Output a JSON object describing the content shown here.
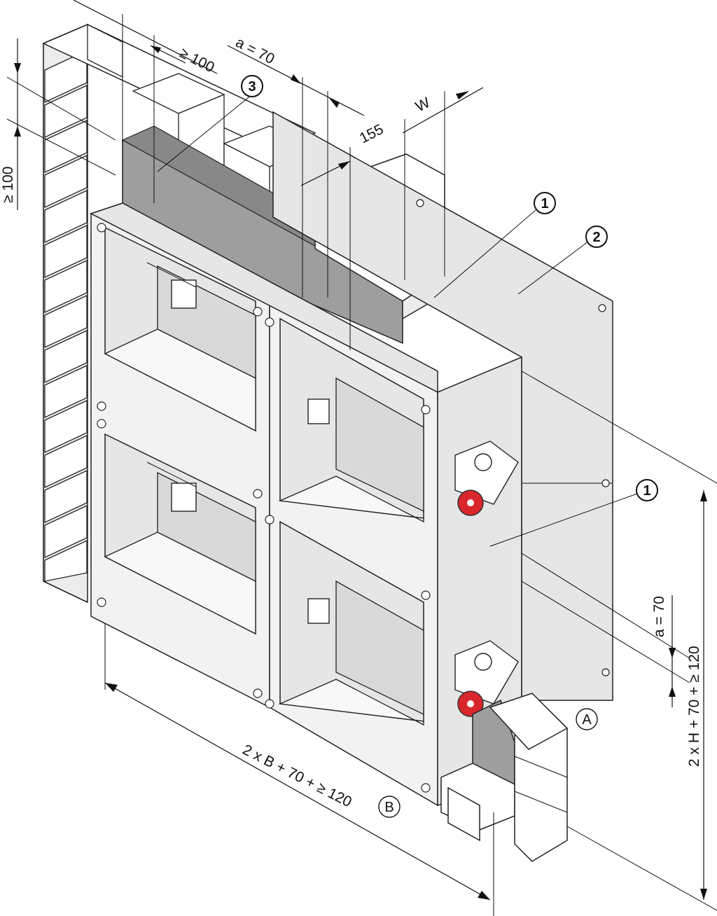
{
  "labels": {
    "dim_ge100_top": "≥ 100",
    "dim_a70_top": "a = 70",
    "dim_155": "155",
    "dim_W": "W",
    "dim_ge100_left": "≥ 100",
    "dim_a70_right": "a = 70",
    "dim_height": "2 x H + 70 + ≥ 120",
    "dim_width": "2 x B + 70 + ≥ 120",
    "marker_A": "A",
    "marker_B": "B",
    "callout_1a": "1",
    "callout_1b": "1",
    "callout_2": "2",
    "callout_3": "3"
  },
  "colors": {
    "release_knob": "#d8262c",
    "seal_strip": "#9e9e9e",
    "housing": "#e6e6e6"
  }
}
